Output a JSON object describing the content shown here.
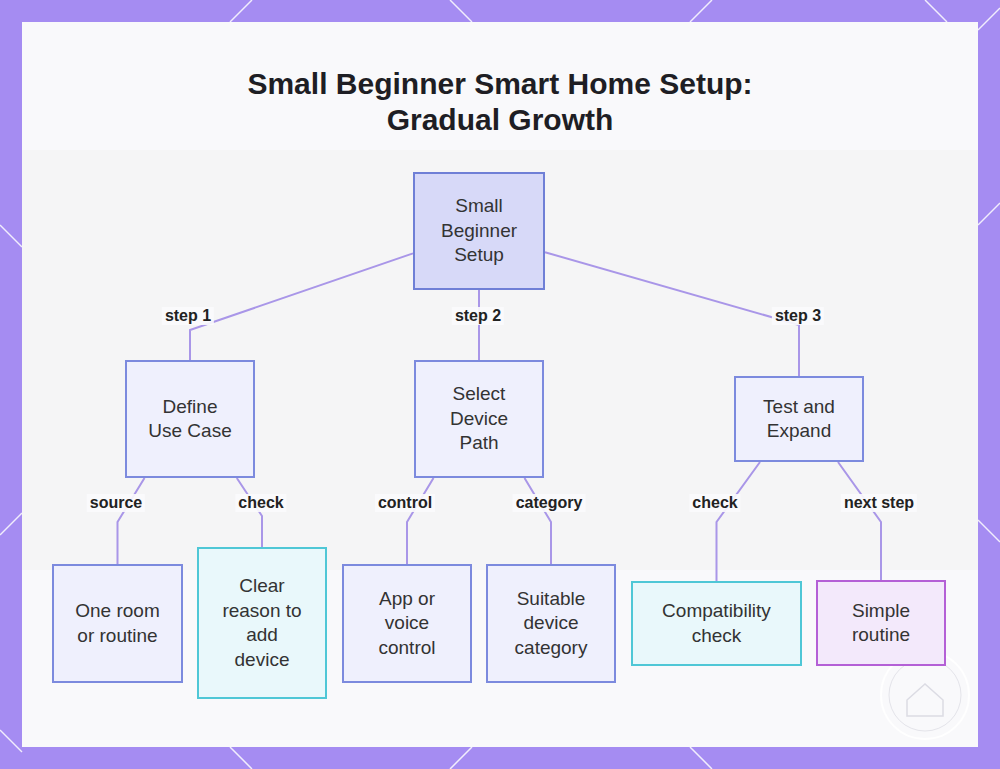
{
  "diagram": {
    "title": "Small Beginner Smart Home Setup: Gradual Growth",
    "nodes": [
      {
        "text": [
          "Small Beginner Setup"
        ]
      },
      {
        "text": [
          "Define Use Case"
        ]
      },
      {
        "text": [
          "Select Device Path"
        ]
      },
      {
        "text": [
          "Test and Expand"
        ]
      },
      {
        "text": [
          "One room or routine"
        ]
      },
      {
        "text": [
          "Clear reason to add device"
        ]
      },
      {
        "text": [
          "App or voice control"
        ]
      },
      {
        "text": [
          "Suitable device category"
        ]
      },
      {
        "text": [
          "Compatibility check"
        ]
      },
      {
        "text": [
          "Simple routine"
        ]
      }
    ],
    "edges": [
      {
        "from": 0,
        "to": 1,
        "label": "step 1",
        "arrow": "none"
      },
      {
        "from": 0,
        "to": 2,
        "label": "step 2",
        "arrow": "none"
      },
      {
        "from": 0,
        "to": 3,
        "label": "step 3",
        "arrow": "none"
      },
      {
        "from": 1,
        "to": 4,
        "label": "source",
        "arrow": "none"
      },
      {
        "from": 1,
        "to": 5,
        "label": "check",
        "arrow": "none"
      },
      {
        "from": 2,
        "to": 6,
        "label": "control",
        "arrow": "none"
      },
      {
        "from": 2,
        "to": 7,
        "label": "category",
        "arrow": "none"
      },
      {
        "from": 3,
        "to": 8,
        "label": "check",
        "arrow": "none"
      },
      {
        "from": 3,
        "to": 9,
        "label": "next step",
        "arrow": "none"
      }
    ]
  }
}
